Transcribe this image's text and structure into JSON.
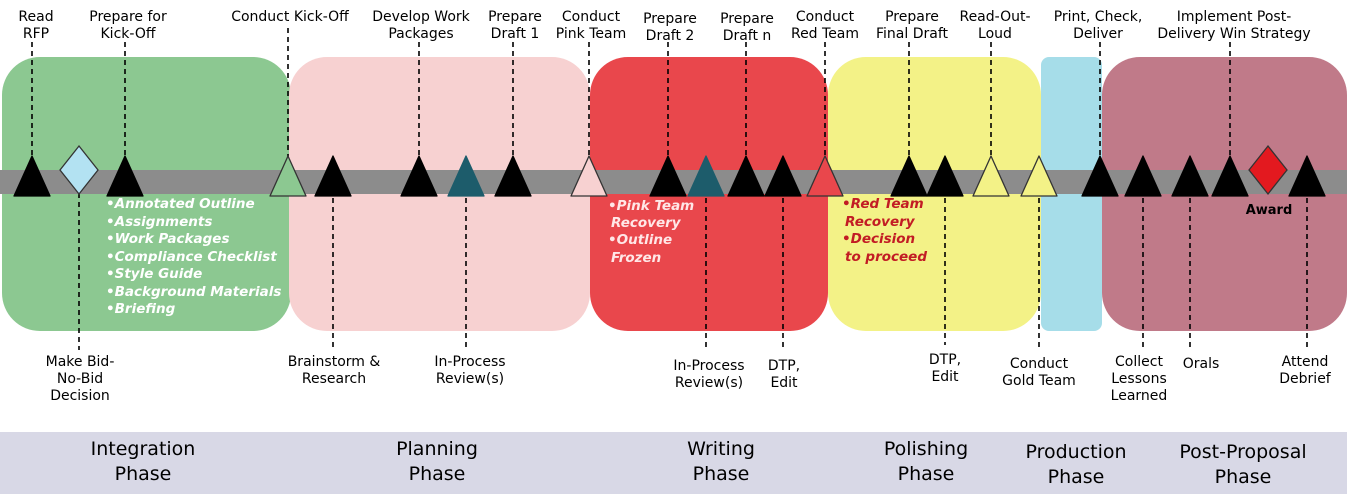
{
  "phases": [
    {
      "name": "Integration\nPhase",
      "color": "#8cc891"
    },
    {
      "name": "Planning\nPhase",
      "color": "#f7d1d1"
    },
    {
      "name": "Writing\nPhase",
      "color": "#e9474c"
    },
    {
      "name": "Polishing\nPhase",
      "color": "#f3f287"
    },
    {
      "name": "Production\nPhase",
      "color": "#a6dde9"
    },
    {
      "name": "Post-Proposal\nPhase",
      "color": "#c07a89"
    }
  ],
  "top_labels": [
    "Read\nRFP",
    "Prepare for\nKick-Off",
    "Conduct Kick-Off",
    "Develop Work\nPackages",
    "Prepare\nDraft 1",
    "Conduct\nPink Team",
    "Prepare\nDraft 2",
    "Prepare\nDraft n",
    "Conduct\nRed Team",
    "Prepare\nFinal Draft",
    "Read-Out-\nLoud",
    "Print, Check,\nDeliver",
    "Implement Post-\nDelivery Win Strategy"
  ],
  "bottom_labels": [
    "Make Bid-\nNo-Bid\nDecision",
    "Brainstorm &\nResearch",
    "In-Process\nReview(s)",
    "In-Process\nReview(s)",
    "DTP,\nEdit",
    "DTP,\nEdit",
    "Conduct\nGold Team",
    "Collect\nLessons\nLearned",
    "Orals",
    "Attend\nDebrief"
  ],
  "award_label": "Award",
  "integration_items": [
    "•Annotated Outline",
    "•Assignments",
    "•Work Packages",
    "•Compliance Checklist",
    "•Style Guide",
    "•Background Materials",
    "•Briefing"
  ],
  "pink_recovery_items": [
    "•Pink Team",
    "Recovery",
    "•Outline",
    "Frozen"
  ],
  "red_recovery_items": [
    "•Red Team",
    "Recovery",
    "•Decision",
    "to proceed"
  ],
  "colors": {
    "track": "#8c8c8c",
    "milestone": "#000000",
    "review_marker": "#1d5c6b",
    "decision_diamond": "#b3e2f2",
    "award_diamond": "#e3191f",
    "phase_bar": "#d8d8e6",
    "pink_text": "#ffe7e7",
    "integration_text": "#ffffff",
    "red_text": "#c21c24"
  }
}
